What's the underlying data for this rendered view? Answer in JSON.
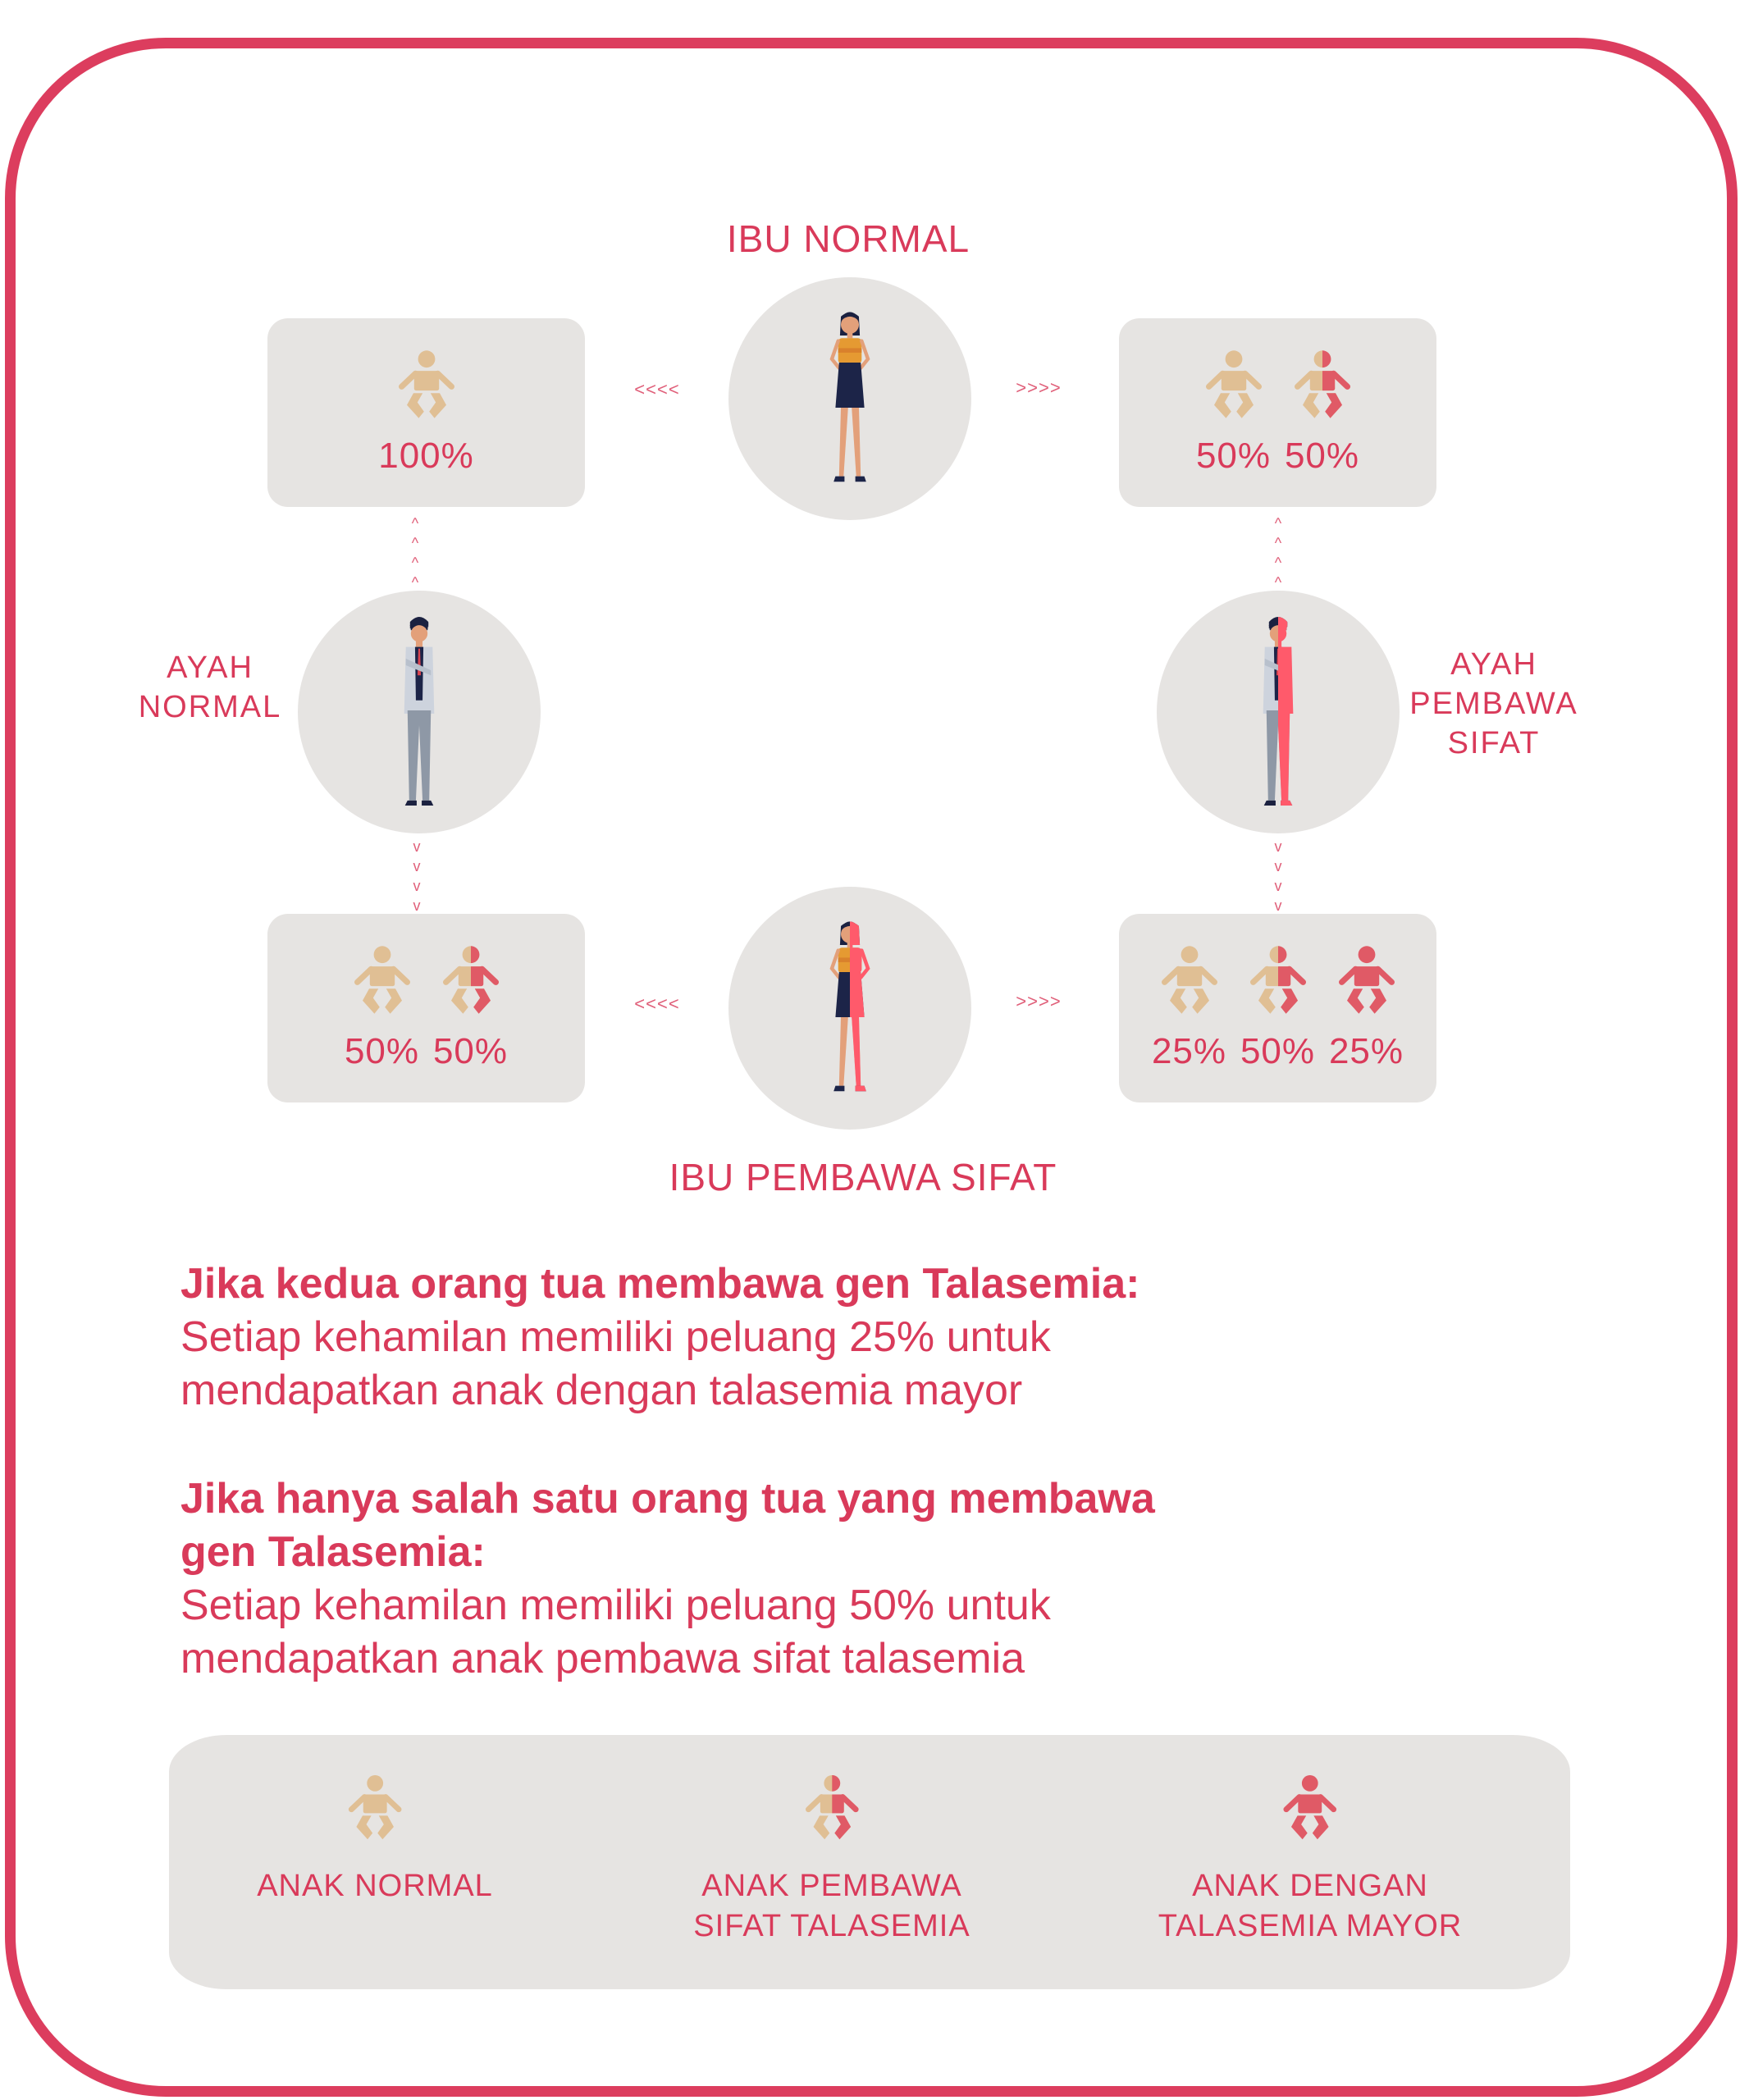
{
  "colors": {
    "accent": "#d93a5a",
    "border": "#dc3d5e",
    "normal": "#e0bf94",
    "affected": "#e05a66",
    "panel": "#e6e4e2"
  },
  "labels": {
    "ibu_normal": "IBU NORMAL",
    "ibu_pembawa": "IBU PEMBAWA SIFAT",
    "ayah_normal": [
      "AYAH",
      "NORMAL"
    ],
    "ayah_pembawa": [
      "AYAH",
      "PEMBAWA",
      "SIFAT"
    ]
  },
  "arrows": {
    "left": "<<<<",
    "right": ">>>>",
    "up": "^",
    "down": "v"
  },
  "boxes": {
    "top_left": [
      {
        "type": "normal",
        "pct": "100%"
      }
    ],
    "top_right": [
      {
        "type": "normal",
        "pct": "50%"
      },
      {
        "type": "carrier",
        "pct": "50%"
      }
    ],
    "bottom_left": [
      {
        "type": "normal",
        "pct": "50%"
      },
      {
        "type": "carrier",
        "pct": "50%"
      }
    ],
    "bottom_right": [
      {
        "type": "normal",
        "pct": "25%"
      },
      {
        "type": "carrier",
        "pct": "50%"
      },
      {
        "type": "major",
        "pct": "25%"
      }
    ]
  },
  "text": {
    "p1_head": "Jika kedua orang tua membawa gen Talasemia:",
    "p1_l1": "Setiap kehamilan memiliki peluang 25% untuk",
    "p1_l2": "mendapatkan anak dengan talasemia mayor",
    "p2_head1": "Jika hanya salah satu orang tua yang membawa",
    "p2_head2": "gen Talasemia:",
    "p2_l1": "Setiap kehamilan memiliki peluang 50% untuk",
    "p2_l2": "mendapatkan anak pembawa sifat talasemia"
  },
  "legend": [
    {
      "type": "normal",
      "l1": "ANAK NORMAL",
      "l2": ""
    },
    {
      "type": "carrier",
      "l1": "ANAK PEMBAWA",
      "l2": "SIFAT TALASEMIA"
    },
    {
      "type": "major",
      "l1": "ANAK DENGAN",
      "l2": "TALASEMIA MAYOR"
    }
  ]
}
